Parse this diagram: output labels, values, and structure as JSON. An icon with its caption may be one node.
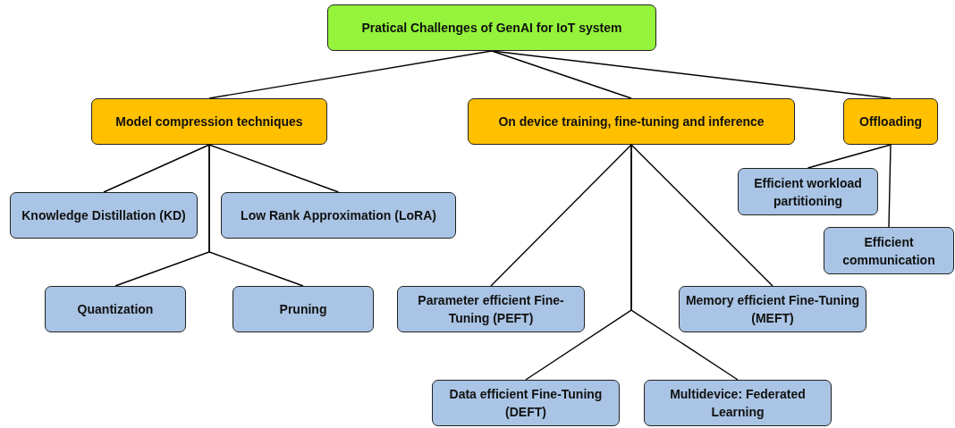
{
  "diagram": {
    "nodes": [
      {
        "text": [
          "Pratical Challenges of GenAI for IoT system"
        ]
      },
      {
        "text": [
          "Model compression techniques"
        ]
      },
      {
        "text": [
          "On device training, fine-tuning and inference"
        ]
      },
      {
        "text": [
          "Offloading"
        ]
      },
      {
        "text": [
          "Knowledge Distillation (KD)"
        ]
      },
      {
        "text": [
          "Low Rank Approximation (LoRA)"
        ]
      },
      {
        "text": [
          "Quantization"
        ]
      },
      {
        "text": [
          "Pruning"
        ]
      },
      {
        "text": [
          "Parameter efficient Fine-Tuning (PEFT)"
        ]
      },
      {
        "text": [
          "Memory efficient Fine-Tuning (MEFT)"
        ]
      },
      {
        "text": [
          "Data efficient Fine-Tuning (DEFT)"
        ]
      },
      {
        "text": [
          "Multidevice: Federated Learning"
        ]
      },
      {
        "text": [
          "Efficient workload partitioning"
        ]
      },
      {
        "text": [
          "Efficient communication"
        ]
      }
    ],
    "edges": [
      {
        "from": 0,
        "to": 1,
        "arrow": "none"
      },
      {
        "from": 0,
        "to": 2,
        "arrow": "none"
      },
      {
        "from": 0,
        "to": 3,
        "arrow": "none"
      },
      {
        "from": 1,
        "to": 4,
        "arrow": "none"
      },
      {
        "from": 1,
        "to": 5,
        "arrow": "none"
      },
      {
        "from": 1,
        "to": 6,
        "arrow": "none"
      },
      {
        "from": 1,
        "to": 7,
        "arrow": "none"
      },
      {
        "from": 2,
        "to": 8,
        "arrow": "none"
      },
      {
        "from": 2,
        "to": 9,
        "arrow": "none"
      },
      {
        "from": 2,
        "to": 10,
        "arrow": "none"
      },
      {
        "from": 2,
        "to": 11,
        "arrow": "none"
      },
      {
        "from": 3,
        "to": 12,
        "arrow": "none"
      },
      {
        "from": 3,
        "to": 13,
        "arrow": "none"
      }
    ]
  }
}
